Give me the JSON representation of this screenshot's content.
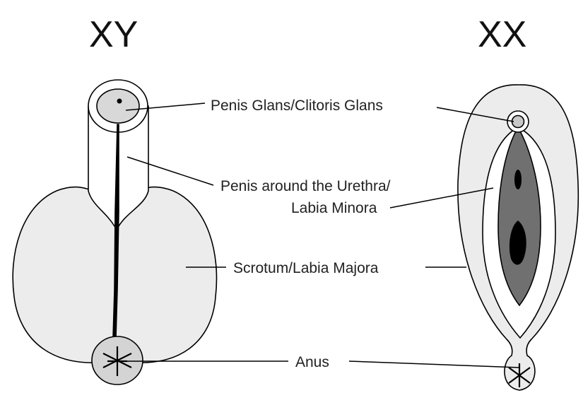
{
  "titles": {
    "left": "XY",
    "right": "XX"
  },
  "labels": {
    "glans": "Penis Glans/Clitoris Glans",
    "penis_line1": "Penis around the Urethra/",
    "penis_line2": "Labia Minora",
    "scrotum": "Scrotum/Labia Majora",
    "anus": "Anus"
  },
  "colors": {
    "light_fill": "#ececec",
    "mid_fill": "#cfcfcf",
    "dark_fill": "#6e6e6e",
    "outline": "#000000"
  }
}
